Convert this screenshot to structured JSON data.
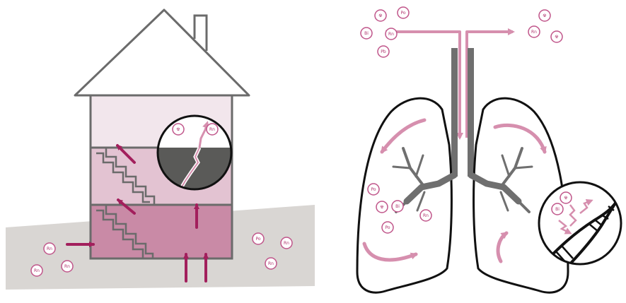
{
  "colors": {
    "ground": "#d9d6d3",
    "house_outline": "#6b6b6b",
    "floor_top": "#f2e6ec",
    "floor_middle": "#e3c3d2",
    "floor_bottom": "#c98aa6",
    "radon_dark": "#a21f5c",
    "radon_light": "#d68fae",
    "airway_gray": "#6f6f6f",
    "lung_outline": "#111111",
    "soil_dark": "#5a5a58"
  },
  "atom_labels": {
    "rn": "Rn",
    "po": "Po",
    "bi": "Bi",
    "pb": "Pb",
    "radioactive": "☢"
  }
}
